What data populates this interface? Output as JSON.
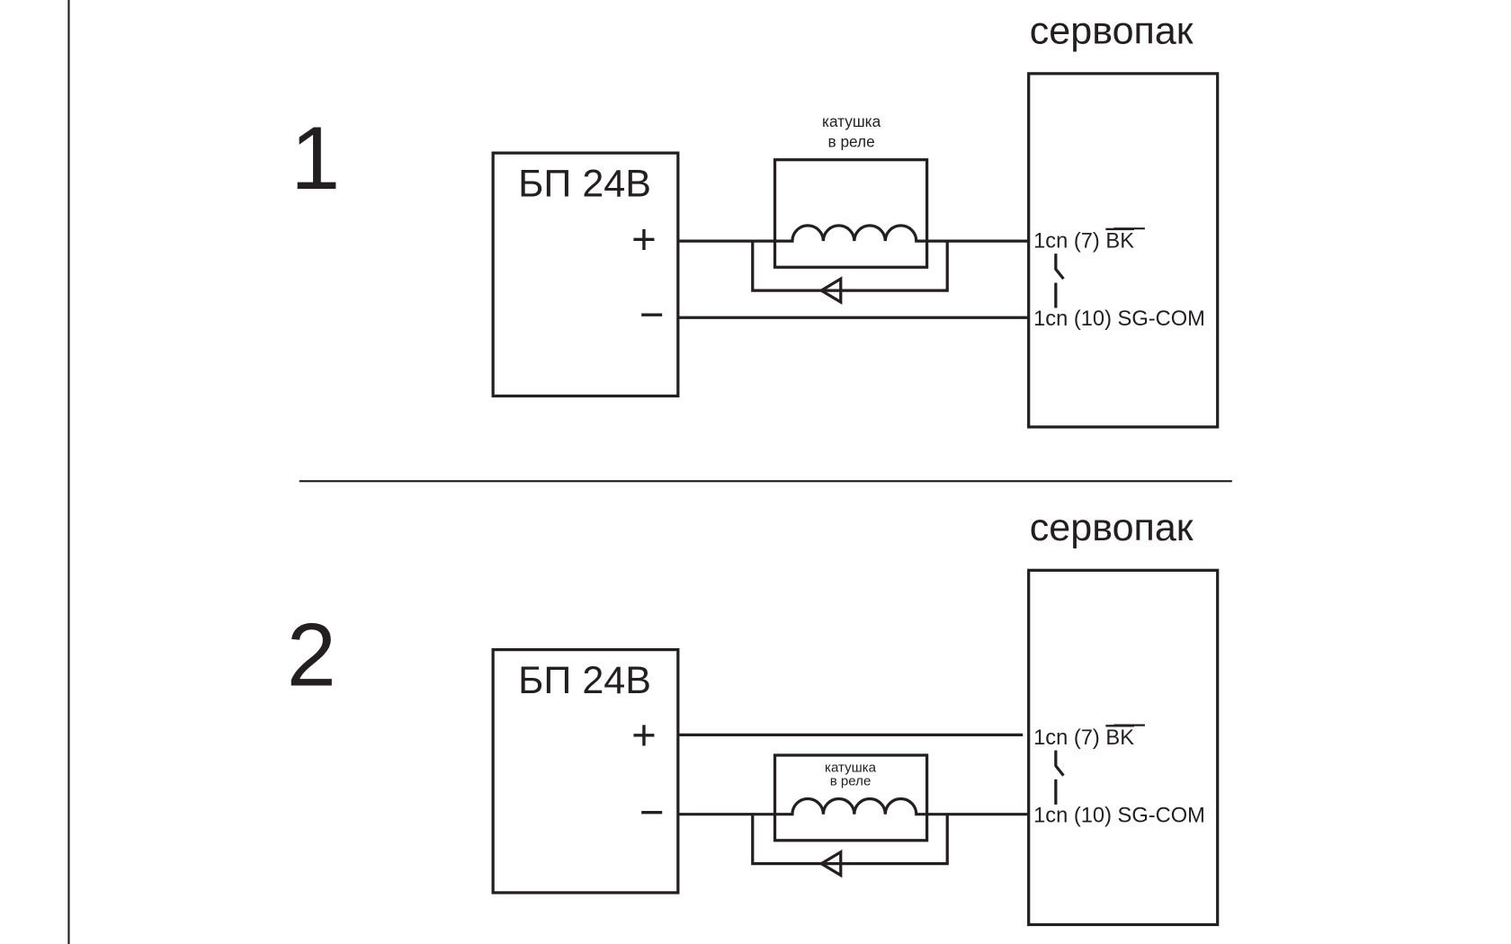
{
  "page_border_color": "#231f20",
  "diagram1": {
    "number": "1",
    "servopack_label": "сервопак",
    "psu_label": "БП 24В",
    "plus": "+",
    "minus": "−",
    "coil_line1": "катушка",
    "coil_line2": "в реле",
    "pin7_prefix": "1cn (7)",
    "pin7_signal": "BK",
    "pin10": "1cn (10)  SG-COM"
  },
  "diagram2": {
    "number": "2",
    "servopack_label": "сервопак",
    "psu_label": "БП 24В",
    "plus": "+",
    "minus": "−",
    "coil_line1": "катушка",
    "coil_line2": "в реле",
    "pin7_prefix": "1cn (7)",
    "pin7_signal": "BK",
    "pin10": "1cn (10)  SG-COM"
  }
}
